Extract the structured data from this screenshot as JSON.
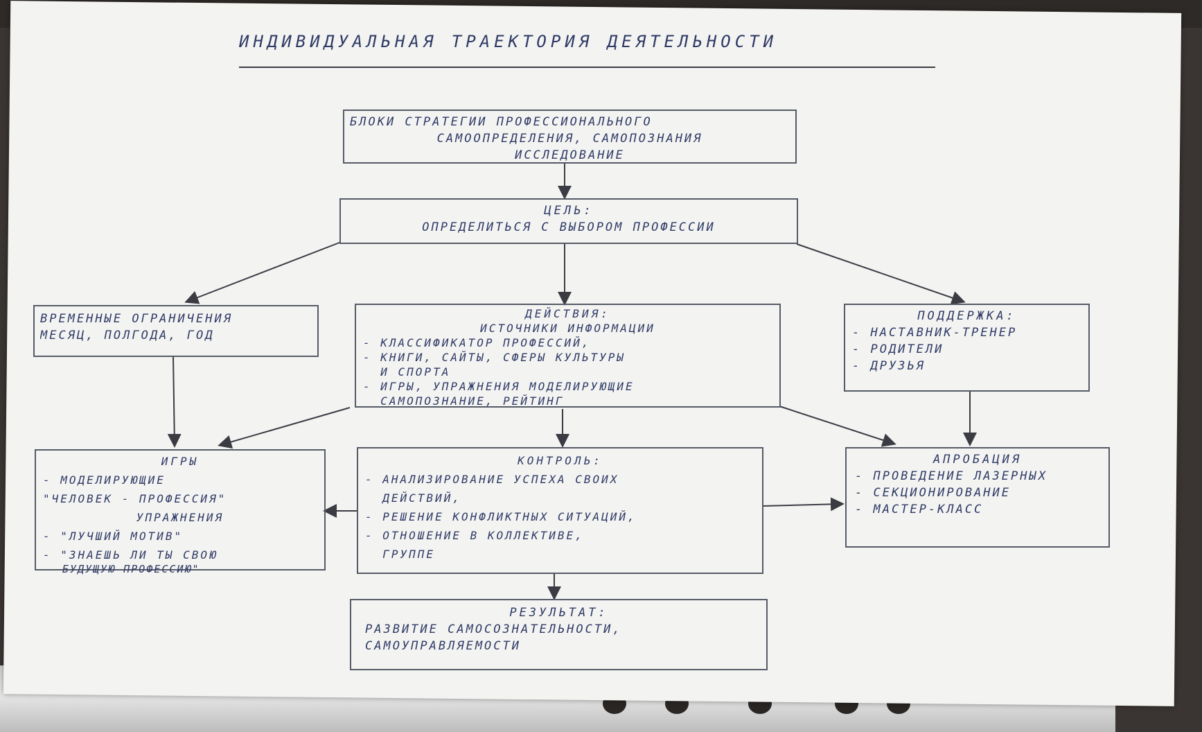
{
  "title": "ИНДИВИДУАЛЬНАЯ ТРАЕКТОРИЯ ДЕЯТЕЛЬНОСТИ",
  "blocks": {
    "lines": [
      "БЛОКИ СТРАТЕГИИ ПРОФЕССИОНАЛЬНОГО",
      "САМООПРЕДЕЛЕНИЯ, САМОПОЗНАНИЯ",
      "ИССЛЕДОВАНИЕ"
    ]
  },
  "goal": {
    "head": "ЦЕЛЬ:",
    "lines": [
      "ОПРЕДЕЛИТЬСЯ С ВЫБОРОМ ПРОФЕССИИ"
    ]
  },
  "time": {
    "head": "ВРЕМЕННЫЕ ОГРАНИЧЕНИЯ",
    "lines": [
      "МЕСЯЦ, ПОЛГОДА, ГОД"
    ]
  },
  "actions": {
    "head": "ДЕЙСТВИЯ:",
    "lines": [
      "ИСТОЧНИКИ ИНФОРМАЦИИ",
      "- КЛАССИФИКАТОР ПРОФЕССИЙ,",
      "- КНИГИ, САЙТЫ, СФЕРЫ КУЛЬТУРЫ",
      "  И СПОРТА",
      "- ИГРЫ, УПРАЖНЕНИЯ МОДЕЛИРУЮЩИЕ",
      "  САМОПОЗНАНИЕ, РЕЙТИНГ"
    ]
  },
  "support": {
    "head": "ПОДДЕРЖКА:",
    "lines": [
      "- НАСТАВНИК-ТРЕНЕР",
      "- РОДИТЕЛИ",
      "- ДРУЗЬЯ"
    ]
  },
  "games": {
    "head": "ИГРЫ",
    "lines": [
      "- МОДЕЛИРУЮЩИЕ",
      "\"ЧЕЛОВЕК - ПРОФЕССИЯ\"",
      "УПРАЖНЕНИЯ",
      "- \"ЛУЧШИЙ МОТИВ\"",
      "- \"ЗНАЕШЬ ЛИ ТЫ СВОЮ",
      "БУДУЩУЮ ПРОФЕССИЮ\""
    ]
  },
  "control": {
    "head": "КОНТРОЛЬ:",
    "lines": [
      "- АНАЛИЗИРОВАНИЕ УСПЕХА СВОИХ",
      "  ДЕЙСТВИЙ,",
      "- РЕШЕНИЕ КОНФЛИКТНЫХ СИТУАЦИЙ,",
      "- ОТНОШЕНИЕ В КОЛЛЕКТИВЕ,",
      "  ГРУППЕ"
    ]
  },
  "approbation": {
    "head": "АПРОБАЦИЯ",
    "lines": [
      "- ПРОВЕДЕНИЕ ЛАЗЕРНЫХ",
      "- СЕКЦИОНИРОВАНИЕ",
      "- МАСТЕР-КЛАСС"
    ]
  },
  "result": {
    "head": "РЕЗУЛЬТАТ:",
    "lines": [
      "РАЗВИТИЕ САМОСОЗНАТЕЛЬНОСТИ,",
      "САМОУПРАВЛЯЕМОСТИ"
    ]
  },
  "colors": {
    "ink": "#2f3a66",
    "paper": "#f3f3f1",
    "line": "#555a66"
  }
}
